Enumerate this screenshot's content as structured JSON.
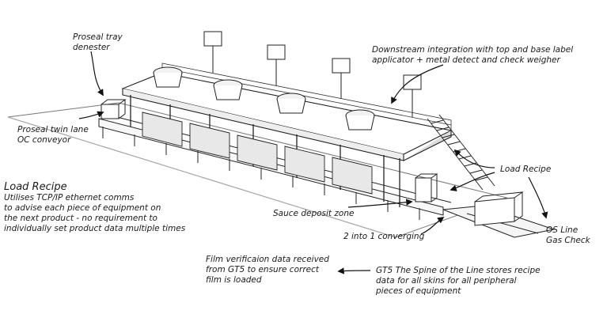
{
  "annotations": {
    "tray_denester": {
      "lines": [
        "Proseal tray",
        "denester"
      ]
    },
    "downstream": {
      "lines": [
        "Downstream integration with top and base label",
        "applicator + metal detect and check weigher"
      ]
    },
    "twin_lane": {
      "lines": [
        "Proseal twin lane",
        "OC conveyor"
      ]
    },
    "load_recipe_main": {
      "title": "Load Recipe",
      "lines": [
        "Utilises TCP/IP ethernet comms",
        "to advise each piece of equipment on",
        "the next product - no requirement to",
        "individually set product data multiple times"
      ]
    },
    "sauce": {
      "lines": [
        "Sauce deposit zone"
      ]
    },
    "load_recipe_right": {
      "lines": [
        "Load Recipe"
      ]
    },
    "converging": {
      "lines": [
        "2 into 1 converging"
      ]
    },
    "os_line": {
      "lines": [
        "OS Line",
        "Gas Check"
      ]
    },
    "film": {
      "lines": [
        "Film verificaion data received",
        "from GT5 to ensure correct",
        "film is loaded"
      ]
    },
    "gt5": {
      "lines": [
        "GT5 The Spine of the Line stores recipe",
        "data for all skins for all peripheral",
        "pieces of equipment"
      ]
    }
  }
}
